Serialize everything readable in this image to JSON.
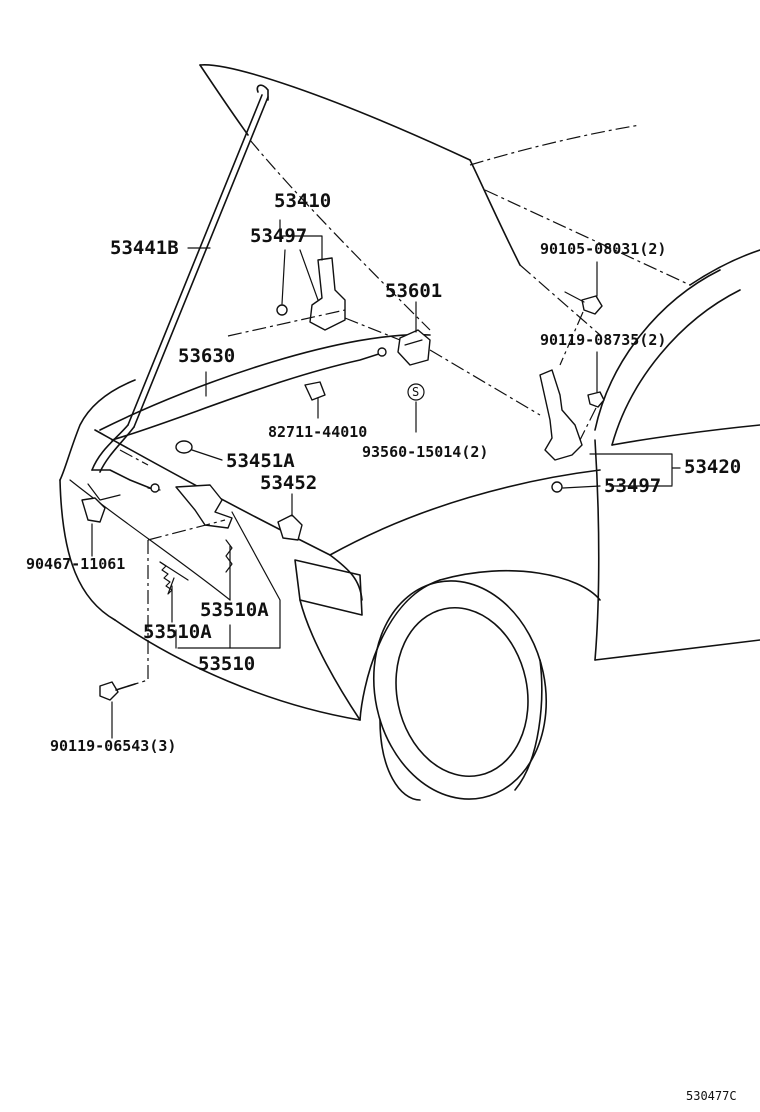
{
  "callouts": {
    "p53410": "53410",
    "p53497a": "53497",
    "p53441b": "53441B",
    "p53601": "53601",
    "p90105": "90105-08031(2)",
    "p90119a": "90119-08735(2)",
    "p53630": "53630",
    "p82711": "82711-44010",
    "p93560": "93560-15014(2)",
    "p53451a": "53451A",
    "p53420": "53420",
    "p53497b": "53497",
    "p53452": "53452",
    "p90467": "90467-11061",
    "p53510a_1": "53510A",
    "p53510a_2": "53510A",
    "p53510": "53510",
    "p90119b": "90119-06543(3)",
    "s_mark": "S"
  },
  "figure_code": "530477C"
}
